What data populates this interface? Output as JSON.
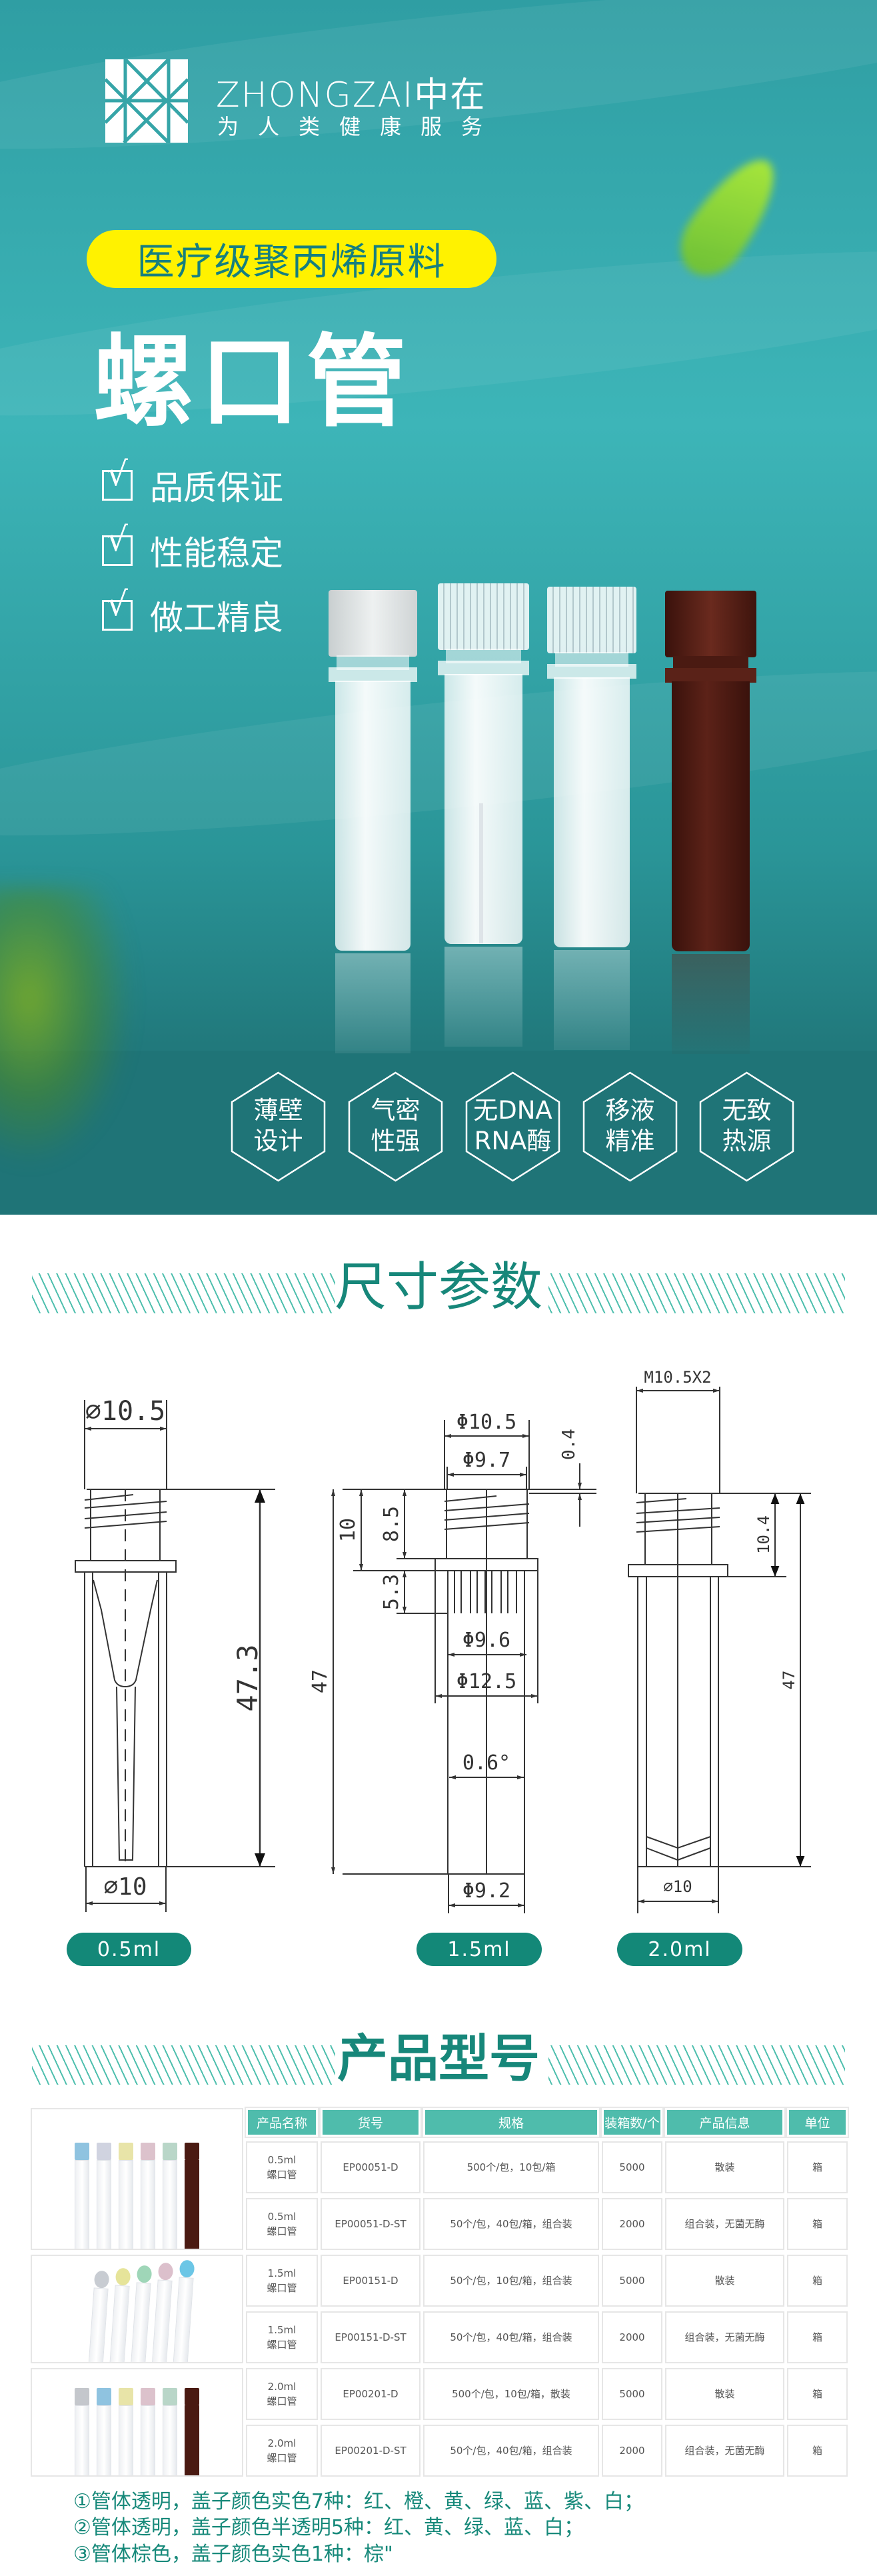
{
  "brand": {
    "name": "ZHONGZAI中在",
    "slogan": "为人类健康服务"
  },
  "hero": {
    "badge": "医疗级聚丙烯原料",
    "title": "螺口管",
    "features": [
      "品质保证",
      "性能稳定",
      "做工精良"
    ],
    "check_glyph": "√"
  },
  "highlights": [
    {
      "line1": "薄壁",
      "line2": "设计"
    },
    {
      "line1": "气密",
      "line2": "性强"
    },
    {
      "line1": "无DNA",
      "line2": "RNA酶"
    },
    {
      "line1": "移液",
      "line2": "精准"
    },
    {
      "line1": "无致",
      "line2": "热源"
    }
  ],
  "dimensions": {
    "title": "尺寸参数",
    "tube_05": {
      "label": "0.5ml",
      "top_dia": "⌀10.5",
      "height": "47.3",
      "bottom_dia": "⌀10"
    },
    "tube_15": {
      "label": "1.5ml",
      "d1": "Φ10.5",
      "d2": "Φ9.7",
      "gap": "0.4",
      "h_total": "47",
      "h10": "10",
      "h85": "8.5",
      "h53": "5.3",
      "d3": "Φ9.6",
      "d4": "Φ12.5",
      "angle": "0.6°",
      "d5": "Φ9.2"
    },
    "tube_20": {
      "label": "2.0ml",
      "thread": "M10.5X2",
      "h_thread": "10.4",
      "height": "47",
      "bottom_dia": "⌀10"
    }
  },
  "products": {
    "title": "产品型号",
    "headers": [
      "产品名称",
      "货号",
      "规格",
      "装箱数/个",
      "产品信息",
      "单位"
    ],
    "rows": [
      {
        "vol": "0.5ml",
        "name": "螺口管",
        "code": "EP00051-D",
        "spec": "500个/包，10包/箱",
        "qty": "5000",
        "info": "散装",
        "unit": "箱"
      },
      {
        "vol": "0.5ml",
        "name": "螺口管",
        "code": "EP00051-D-ST",
        "spec": "50个/包，40包/箱，组合装",
        "qty": "2000",
        "info": "组合装，无菌无酶",
        "unit": "箱"
      },
      {
        "vol": "1.5ml",
        "name": "螺口管",
        "code": "EP00151-D",
        "spec": "50个/包，10包/箱，组合装",
        "qty": "5000",
        "info": "散装",
        "unit": "箱"
      },
      {
        "vol": "1.5ml",
        "name": "螺口管",
        "code": "EP00151-D-ST",
        "spec": "50个/包，40包/箱，组合装",
        "qty": "2000",
        "info": "组合装，无菌无酶",
        "unit": "箱"
      },
      {
        "vol": "2.0ml",
        "name": "螺口管",
        "code": "EP00201-D",
        "spec": "500个/包，10包/箱，散装",
        "qty": "5000",
        "info": "散装",
        "unit": "箱"
      },
      {
        "vol": "2.0ml",
        "name": "螺口管",
        "code": "EP00201-D-ST",
        "spec": "50个/包，40包/箱，组合装",
        "qty": "2000",
        "info": "组合装，无菌无酶",
        "unit": "箱"
      }
    ],
    "notes": [
      "①管体透明，盖子颜色实色7种：红、橙、黄、绿、蓝、紫、白；",
      "②管体透明，盖子颜色半透明5种：红、黄、绿、蓝、白；",
      "③管体棕色，盖子颜色实色1种：棕\""
    ]
  },
  "colors": {
    "teal": "#17877a",
    "header_teal": "#4fbcac",
    "badge_yellow": "#fff200",
    "brown_tube": "#4a1a12"
  }
}
